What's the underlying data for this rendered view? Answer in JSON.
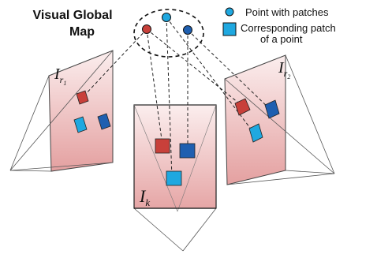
{
  "title": {
    "line1": "Visual Global",
    "line2": "Map"
  },
  "legend": {
    "point_label": "Point with patches",
    "patch_label_line1": "Corresponding patch",
    "patch_label_line2": "of a point"
  },
  "frames": {
    "left": {
      "symbol": "I",
      "subscript": "r",
      "subsub": "1"
    },
    "center": {
      "symbol": "I",
      "subscript": "k"
    },
    "right": {
      "symbol": "I",
      "subscript": "r",
      "subsub": "2"
    }
  },
  "colors": {
    "red_point": "#c8403a",
    "cyan_point": "#1fa8e0",
    "blue_point": "#1f5fb0",
    "frame_fill_top": "#f6e1e1",
    "frame_fill_bottom": "#e6a4a4",
    "line": "#333333"
  }
}
